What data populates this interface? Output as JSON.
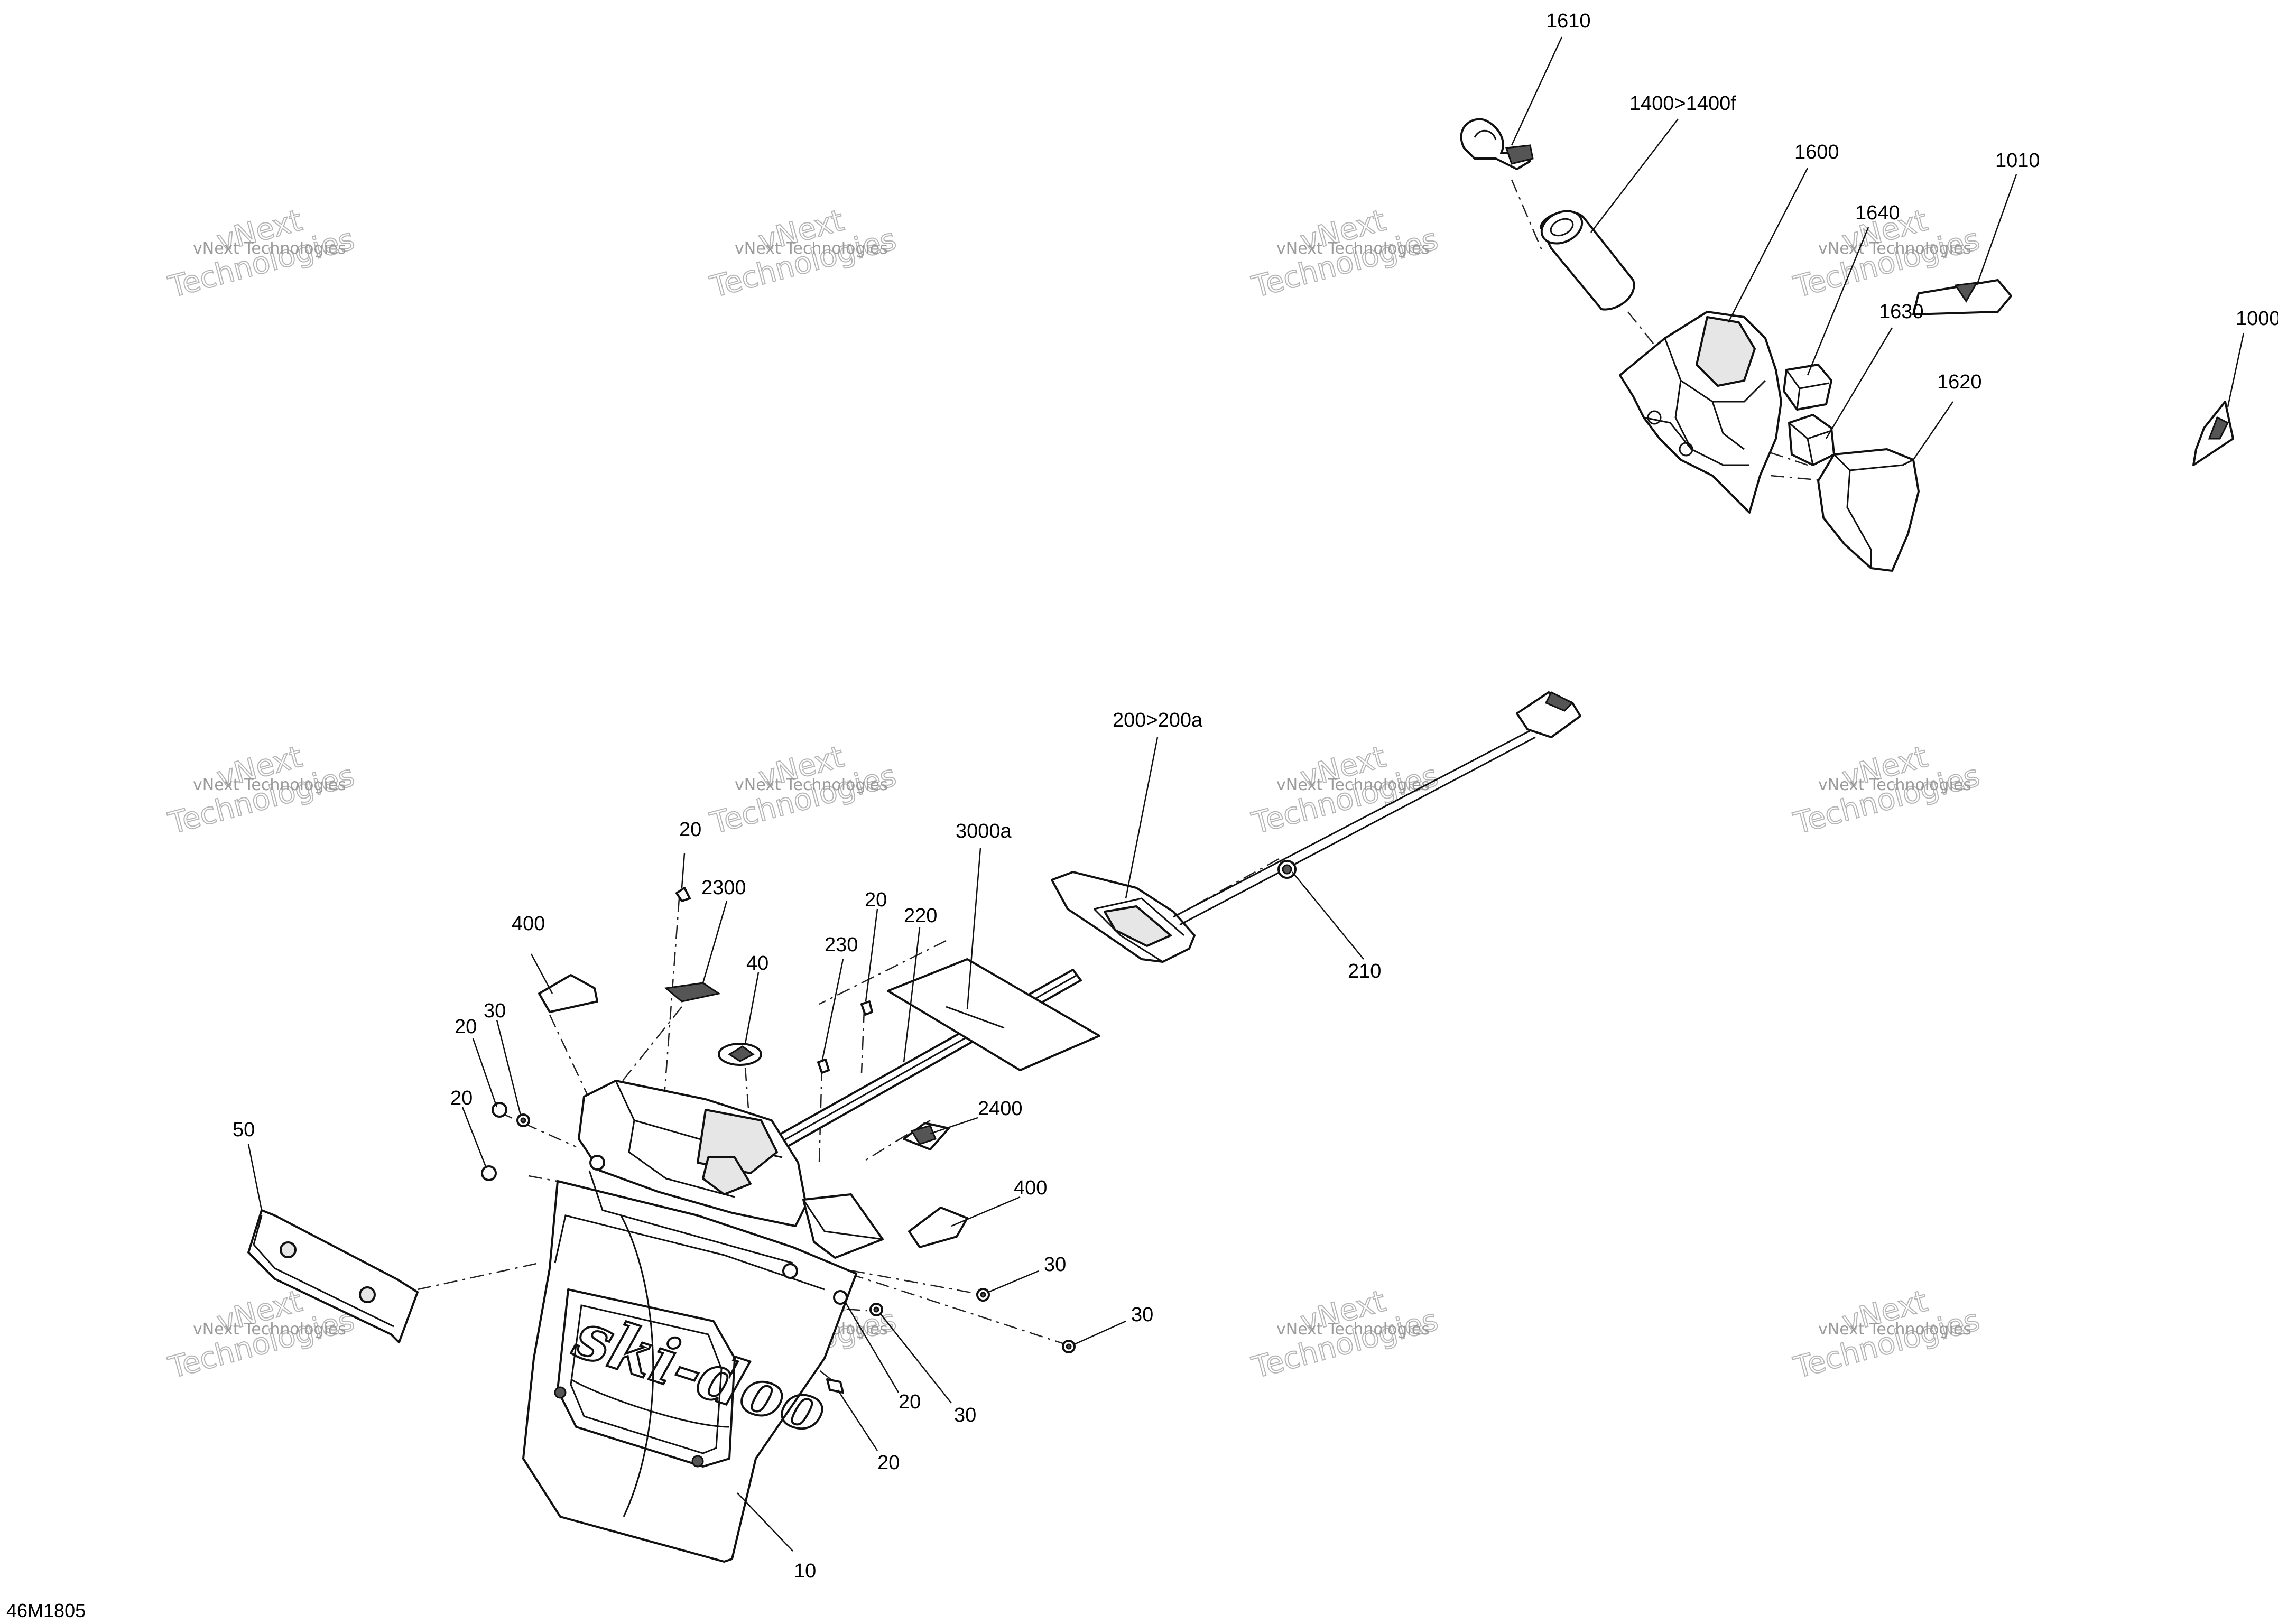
{
  "drawing_ref": "46M1805",
  "watermark": {
    "line1": "vNext Technologies",
    "line2": "Technologies",
    "line3": "vNext"
  },
  "logo": {
    "text": "ski-doo"
  },
  "callouts": {
    "c1610": "1610",
    "c1400": "1400>1400f",
    "c1600": "1600",
    "c1640": "1640",
    "c1010": "1010",
    "c1000": "1000",
    "c1630": "1630",
    "c1620": "1620",
    "c200": "200>200a",
    "c210": "210",
    "c3000a": "3000a",
    "c220": "220",
    "c230": "230",
    "c2300": "2300",
    "c40": "40",
    "c2400": "2400",
    "c400a": "400",
    "c400b": "400",
    "c20a": "20",
    "c20b": "20",
    "c20c": "20",
    "c20d": "20",
    "c20e": "20",
    "c20f": "20",
    "c30a": "30",
    "c30b": "30",
    "c30c": "30",
    "c30d": "30",
    "c50": "50",
    "c10": "10"
  }
}
